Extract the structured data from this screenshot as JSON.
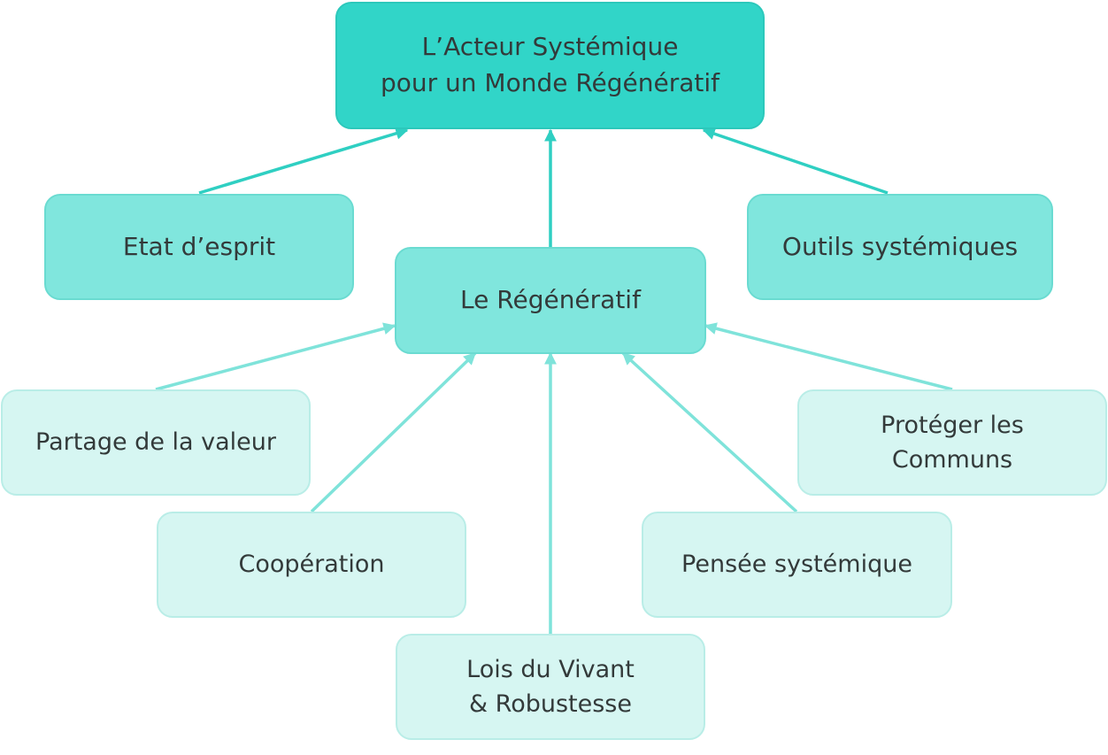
{
  "diagram": {
    "root": {
      "lines": [
        "L’Acteur Systémique",
        "pour un Monde Régénératif"
      ]
    },
    "etat_esprit": {
      "label": "Etat d’esprit"
    },
    "outils": {
      "label": "Outils systémiques"
    },
    "regeneratif": {
      "label": "Le Régénératif"
    },
    "partage": {
      "label": "Partage de la valeur"
    },
    "proteger": {
      "lines": [
        "Protéger les",
        "Communs"
      ]
    },
    "cooperation": {
      "label": "Coopération"
    },
    "pensee": {
      "label": "Pensée systémique"
    },
    "lois": {
      "lines": [
        "Lois du Vivant",
        "& Robustesse"
      ]
    }
  },
  "colors": {
    "root_fill": "#31d5c8",
    "level1_fill": "#80e6dd",
    "level2_fill": "#d6f6f2",
    "primary_connector": "#2fcfc2",
    "secondary_connector": "#7fe3da",
    "text": "#333a3a"
  }
}
